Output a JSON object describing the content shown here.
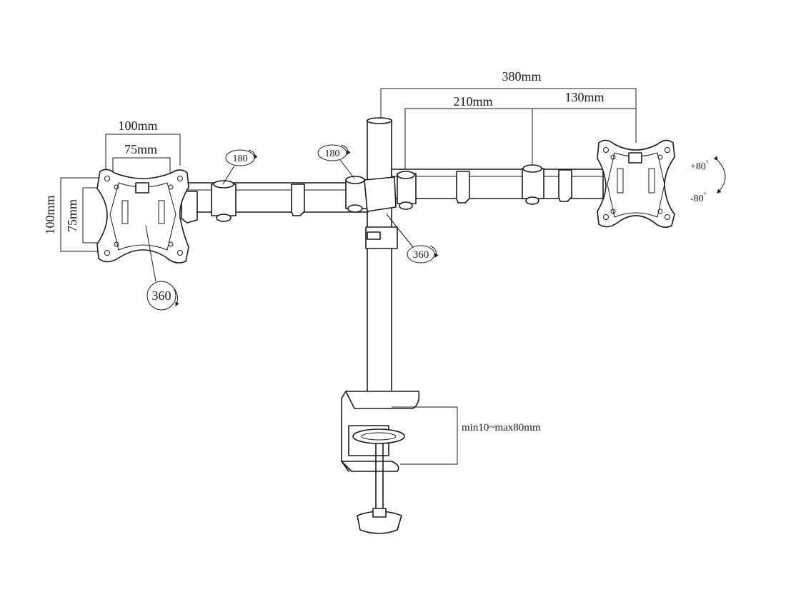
{
  "dimensions": {
    "arm_total": "380mm",
    "arm_segment_inner": "210mm",
    "arm_segment_outer": "130mm",
    "vesa_horizontal_large": "100mm",
    "vesa_horizontal_small": "75mm",
    "vesa_vertical_large": "100mm",
    "vesa_vertical_small": "75mm",
    "clamp_range": "min10~max80mm"
  },
  "rotations": {
    "arm_swivel_left": "180",
    "arm_swivel_center": "180",
    "column_rotation": "360",
    "plate_rotation": "360",
    "tilt_up": "+80",
    "tilt_down": "-80",
    "tilt_unit": "°"
  }
}
